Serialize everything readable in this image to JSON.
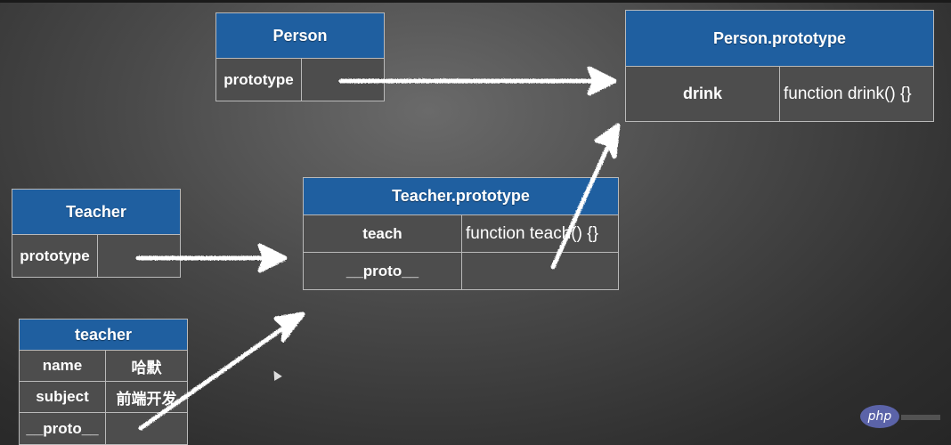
{
  "person": {
    "title": "Person",
    "rows": [
      {
        "key": "prototype",
        "value": ""
      }
    ]
  },
  "person_prototype": {
    "title": "Person.prototype",
    "rows": [
      {
        "key": "drink",
        "value": "function drink() {}"
      }
    ]
  },
  "teacher_constructor": {
    "title": "Teacher",
    "rows": [
      {
        "key": "prototype",
        "value": ""
      }
    ]
  },
  "teacher_prototype": {
    "title": "Teacher.prototype",
    "rows": [
      {
        "key": "teach",
        "value": "function teach() {}"
      },
      {
        "key": "__proto__",
        "value": ""
      }
    ]
  },
  "teacher_instance": {
    "title": "teacher",
    "rows": [
      {
        "key": "name",
        "value": "哈默"
      },
      {
        "key": "subject",
        "value": "前端开发"
      },
      {
        "key": "__proto__",
        "value": ""
      }
    ]
  },
  "colors": {
    "header_blue": "#1f5fa0",
    "cell_gray": "#4d4d4d",
    "arrow_white": "#ffffff"
  },
  "watermark": {
    "logo_text": "php"
  },
  "icons": {
    "cursor": "mouse-pointer-icon"
  }
}
